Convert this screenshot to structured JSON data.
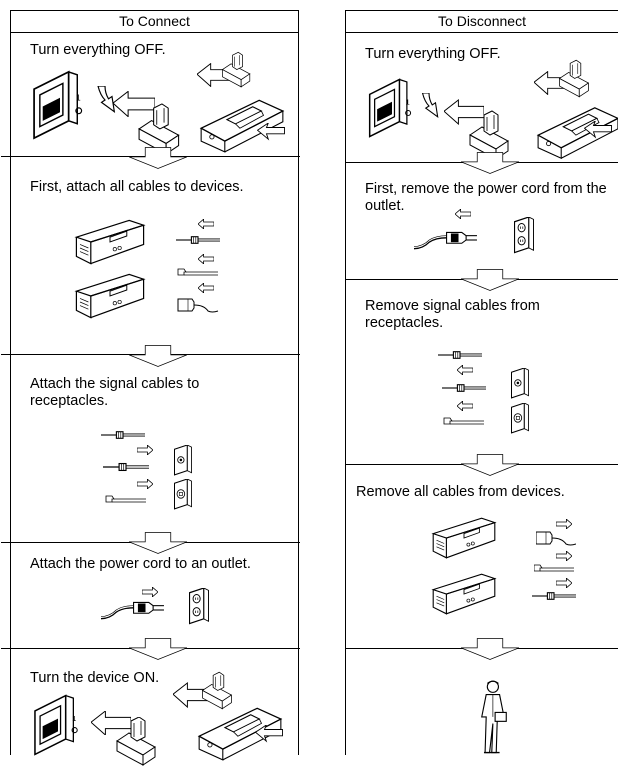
{
  "connect": {
    "header": "To Connect",
    "steps": [
      {
        "text": "Turn everything OFF."
      },
      {
        "text": "First, attach all cables to devices."
      },
      {
        "text": "Attach the signal cables to receptacles."
      },
      {
        "text": "Attach the power cord to an outlet."
      },
      {
        "text": "Turn the device ON."
      }
    ]
  },
  "disconnect": {
    "header": "To Disconnect",
    "steps": [
      {
        "text": "Turn everything OFF."
      },
      {
        "text": "First, remove the power cord from the outlet."
      },
      {
        "text": "Remove signal cables from receptacles."
      },
      {
        "text": "Remove all cables from devices."
      }
    ]
  },
  "icons": [
    "power-switch-icon",
    "plug-arrow-icon",
    "down-arrow-icon",
    "device-panel-icon",
    "cable-connector-icon",
    "wall-outlet-icon",
    "person-icon"
  ]
}
